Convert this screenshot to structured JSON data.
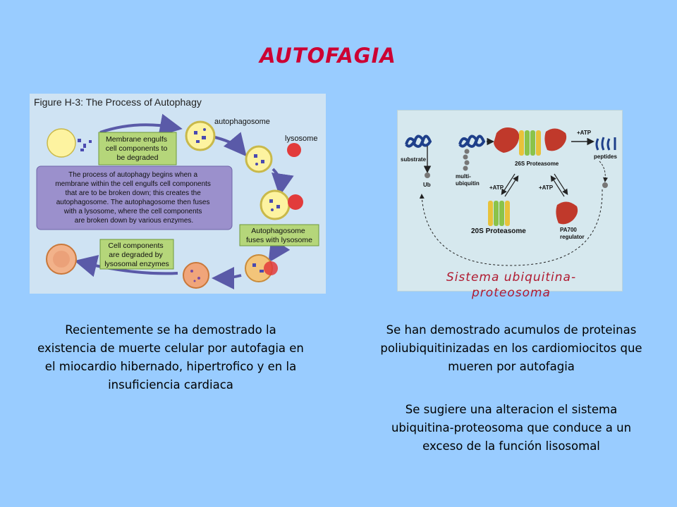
{
  "title": "AUTOFAGIA",
  "figure1": {
    "heading": "Figure H-3: The Process of Autophagy",
    "label_autophagosome": "autophagosome",
    "label_lysosome": "lysosome",
    "box_engulf": [
      "Membrane engulfs",
      "cell components to",
      "be degraded"
    ],
    "box_process": [
      "The process of autophagy begins when a",
      "membrane within the cell engulfs cell components",
      "that are to be broken down; this creates the",
      "autophagosome. The autophagosome then fuses",
      "with a lysosome, where the cell components",
      "are broken down by various enzymes."
    ],
    "box_fuses": [
      "Autophagosome",
      "fuses with lysosome"
    ],
    "box_degraded": [
      "Cell components",
      "are degraded by",
      "lysosomal enzymes"
    ]
  },
  "figure2": {
    "label_substrate": "substrate",
    "label_ub": "Ub",
    "label_multiubiquitin": [
      "multi-",
      "ubiquitin"
    ],
    "label_26s": "26S Proteasome",
    "label_atp_top": "+ATP",
    "label_peptides": "peptides",
    "label_atp_left": "+ATP",
    "label_atp_right": "+ATP",
    "label_20s": "20S Proteasome",
    "label_pa700": [
      "PA700",
      "regulator"
    ]
  },
  "caption2": [
    "Sistema ubiquitina-",
    "proteosoma"
  ],
  "paragraph_left": "Recientemente se ha demostrado la existencia de muerte celular por autofagia en el miocardio hibernado, hipertrofico y en la insuficiencia cardiaca",
  "paragraph_right_1": "Se han demostrado acumulos de proteinas poliubiquitinizadas en los cardiomiocitos que mueren por autofagia",
  "paragraph_right_2": "Se sugiere una alteracion el sistema ubiquitina-proteosoma que conduce a un exceso de la función lisosomal",
  "colors": {
    "background": "#99ccff",
    "title": "#cc0033",
    "caption": "#b01a30",
    "green_box": "#b5d67a",
    "purple_box": "#9b90cc"
  }
}
